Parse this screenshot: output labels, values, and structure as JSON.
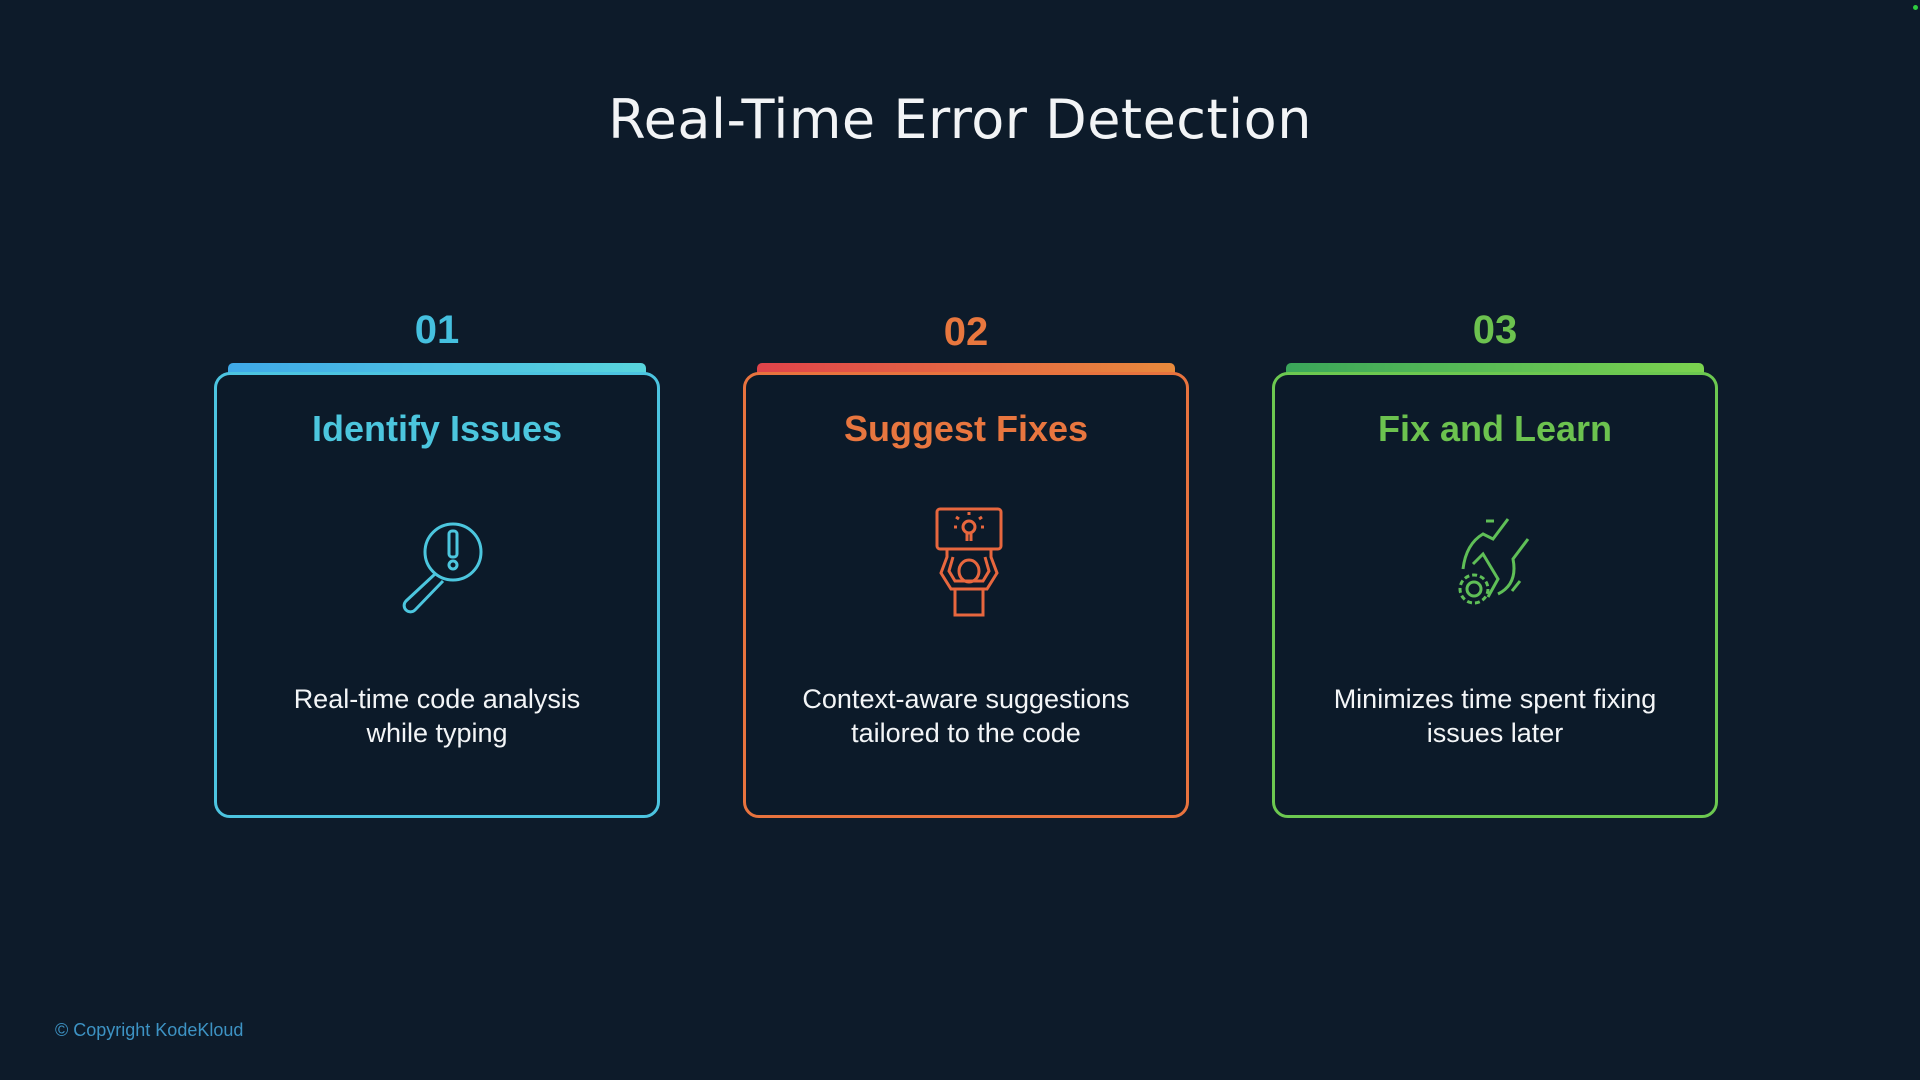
{
  "title": "Real-Time Error Detection",
  "cards": [
    {
      "number": "01",
      "heading": "Identify Issues",
      "desc1": "Real-time code analysis",
      "desc2": "while typing",
      "icon": "magnifier-alert-icon",
      "color_a": "#3fa9e8",
      "color_b": "#52d6d6"
    },
    {
      "number": "02",
      "heading": "Suggest Fixes",
      "desc1": "Context-aware suggestions",
      "desc2": "tailored to the code",
      "icon": "person-lightbulb-sign-icon",
      "color_a": "#e0434a",
      "color_b": "#e88a3c"
    },
    {
      "number": "03",
      "heading": "Fix and Learn",
      "desc1": "Minimizes time spent fixing",
      "desc2": "issues later",
      "icon": "wrench-gear-icon",
      "color_a": "#3aa65a",
      "color_b": "#7bd34f"
    }
  ],
  "footer": {
    "copyright": "© Copyright KodeKloud"
  }
}
